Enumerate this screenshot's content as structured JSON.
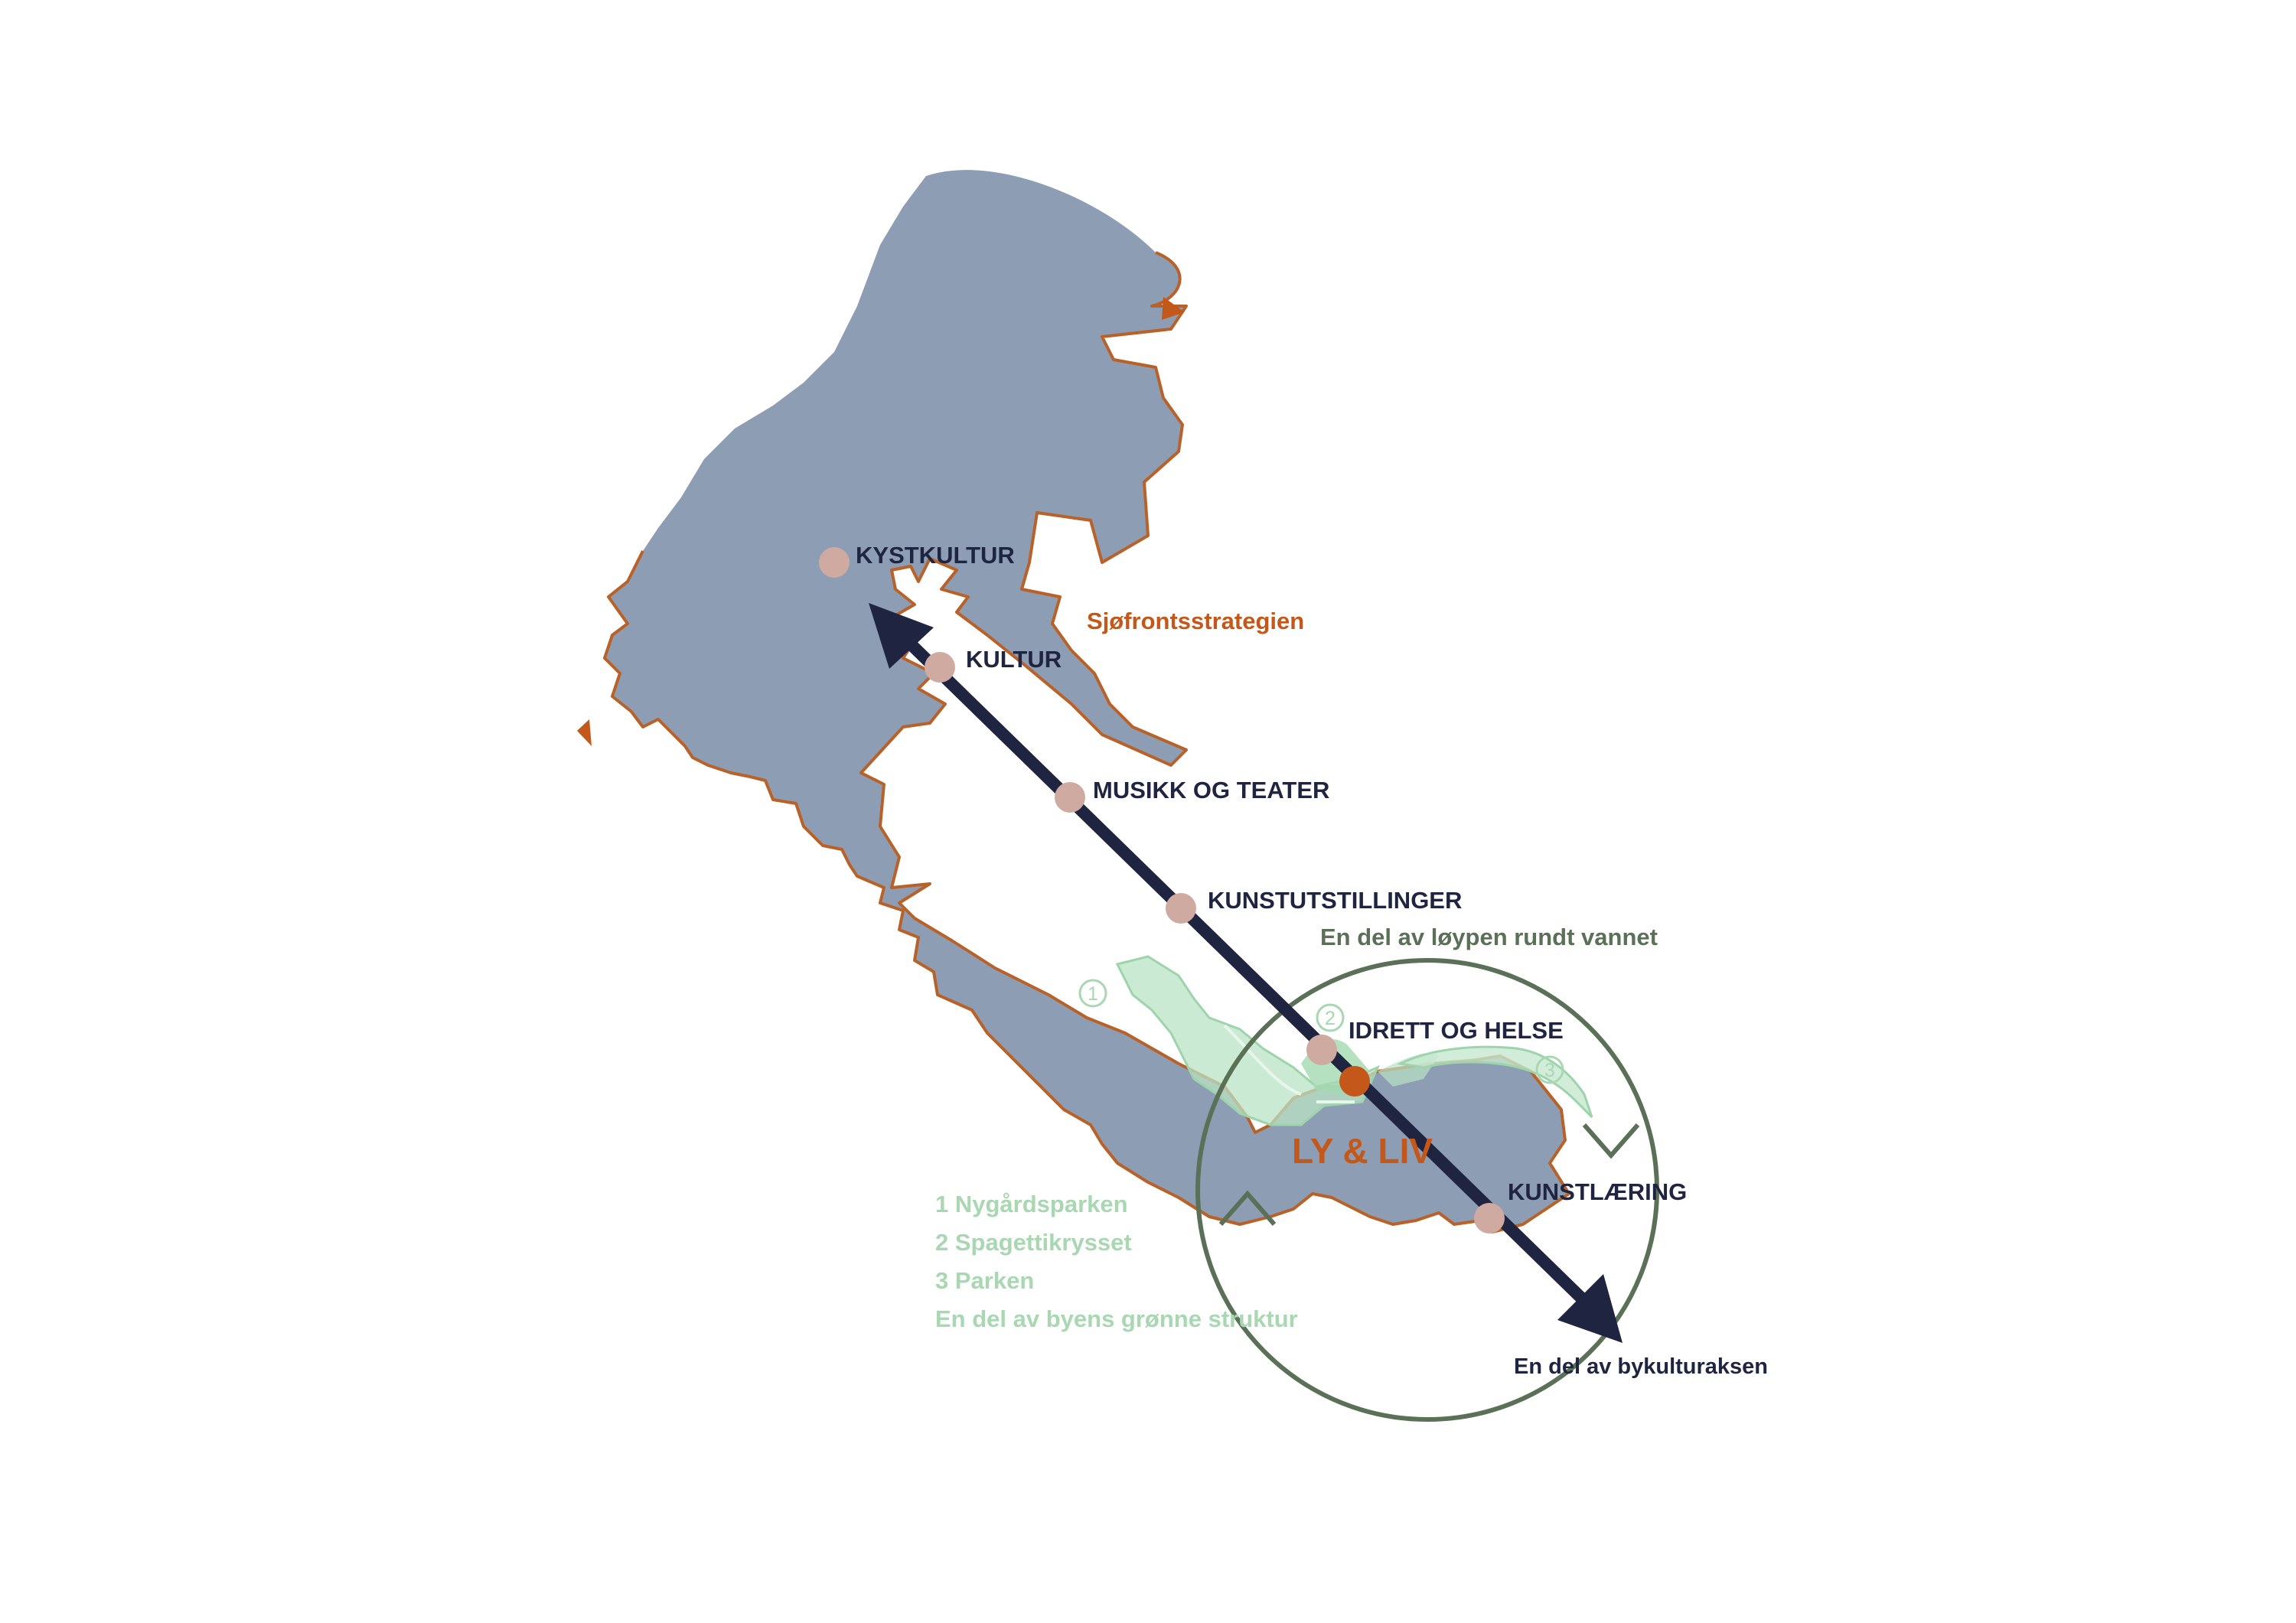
{
  "colors": {
    "water": "#8d9db3",
    "shoreline": "#b8622a",
    "axis": "#1f2441",
    "station_dot": "#cfaaa0",
    "focus_dot": "#c4581a",
    "loop": "#5a7157",
    "green_structure": "#9ed4ac",
    "green_text": "#a8d7b2",
    "label_dark": "#1f2441",
    "label_orange": "#c4581a"
  },
  "stations": [
    {
      "id": "kystkultur",
      "label": "KYSTKULTUR"
    },
    {
      "id": "kultur",
      "label": "KULTUR"
    },
    {
      "id": "musikk",
      "label": "MUSIKK OG TEATER"
    },
    {
      "id": "kunstutstillinger",
      "label": "KUNSTUTSTILLINGER"
    },
    {
      "id": "idrett",
      "label": "IDRETT OG HELSE"
    },
    {
      "id": "kunstlaering",
      "label": "KUNSTLÆRING"
    }
  ],
  "labels": {
    "sjofront": "Sjøfrontsstrategien",
    "loop": "En del av løypen rundt vannet",
    "lyliv": "LY & LIV",
    "axis": "En del av bykulturaksen"
  },
  "green_markers": [
    "1",
    "2",
    "3"
  ],
  "legend": [
    "1 Nygårdsparken",
    "2 Spagettikrysset",
    "3 Parken",
    "En del av byens grønne struktur"
  ],
  "icons": {
    "axis_arrow": "double-headed-arrow",
    "loop": "circular-loop-arrows",
    "shore_arrows": "triangle-arrowheads"
  }
}
